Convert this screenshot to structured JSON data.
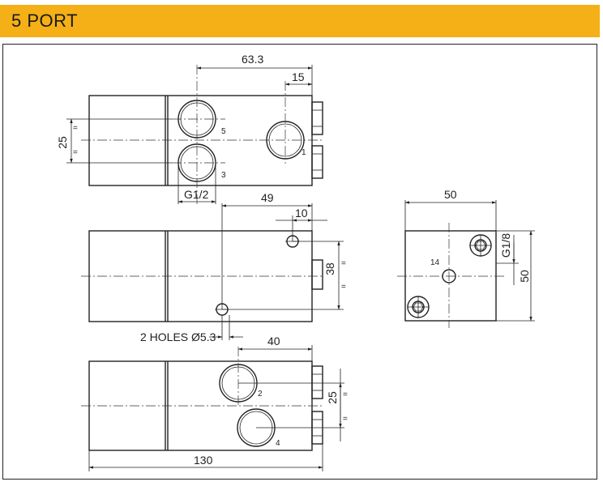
{
  "header": {
    "title": "5 PORT"
  },
  "top_view": {
    "dim_length_to_port": "63.3",
    "dim_port_offset": "15",
    "dim_port_spacing": "25",
    "port_label_5": "5",
    "port_label_1": "1",
    "port_label_3": "3",
    "thread_size": "G1/2"
  },
  "side_view": {
    "dim_hole_span": "49",
    "dim_hole_offset": "10",
    "dim_height": "38",
    "holes_note": "2 HOLES Ø5.3"
  },
  "end_view": {
    "dim_width": "50",
    "dim_height": "50",
    "pilot_thread": "G1/8",
    "pilot_port_label": "14"
  },
  "bottom_view": {
    "dim_port_pos": "40",
    "dim_port_spacing": "25",
    "dim_overall_length": "130",
    "port_label_2": "2",
    "port_label_4": "4"
  }
}
